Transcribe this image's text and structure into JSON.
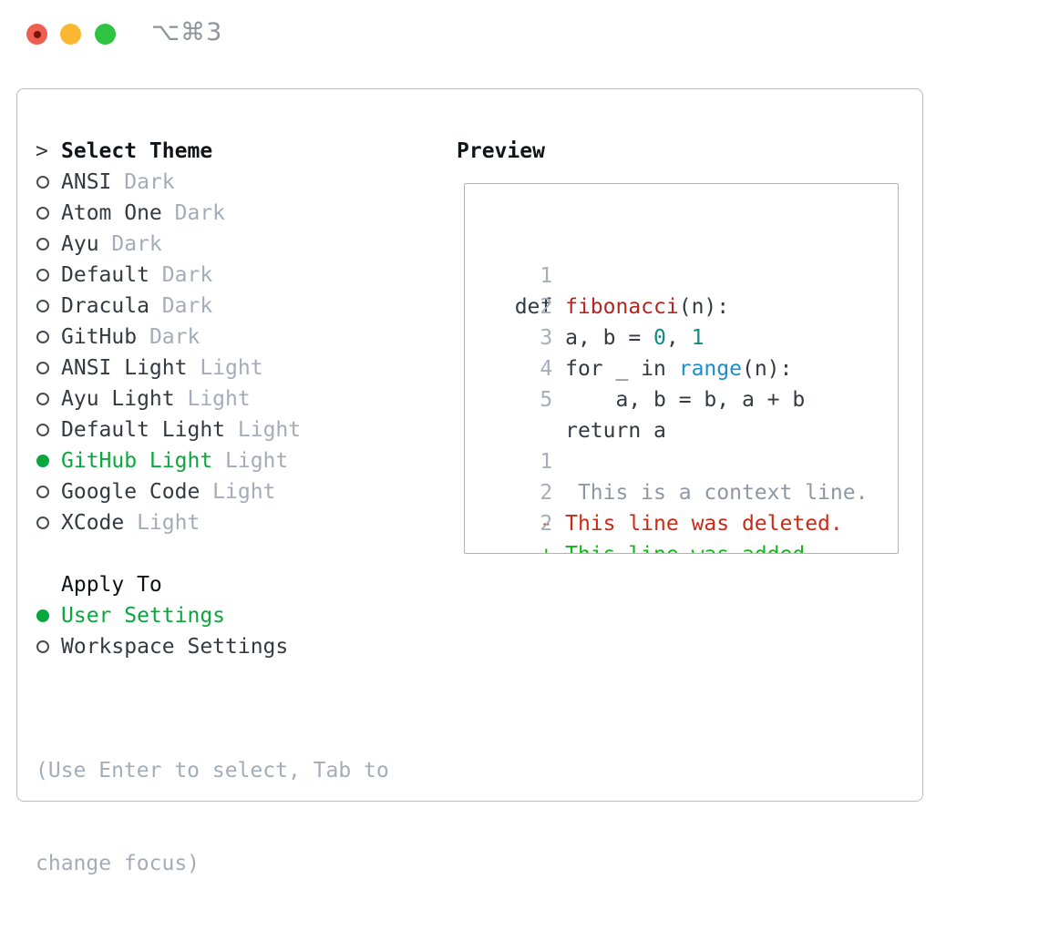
{
  "window": {
    "title": "⌥⌘3",
    "traffic_lights": [
      "close",
      "minimize",
      "zoom"
    ]
  },
  "colors": {
    "accent_green": "#09a73d",
    "muted_gray": "#a4acb9",
    "text_dark": "#343a42",
    "panel_border": "#b6bcc6",
    "syntax_function_red": "#b3271f",
    "syntax_number_teal": "#128a8a",
    "syntax_builtin_blue": "#1b8fca",
    "diff_deleted_red": "#cb2a15",
    "diff_added_green": "#15b31c"
  },
  "theme_panel": {
    "header": {
      "prompt": ">",
      "label": "Select Theme"
    },
    "themes": [
      {
        "name": "ANSI",
        "variant": "Dark",
        "selected": false
      },
      {
        "name": "Atom One",
        "variant": "Dark",
        "selected": false
      },
      {
        "name": "Ayu",
        "variant": "Dark",
        "selected": false
      },
      {
        "name": "Default",
        "variant": "Dark",
        "selected": false
      },
      {
        "name": "Dracula",
        "variant": "Dark",
        "selected": false
      },
      {
        "name": "GitHub",
        "variant": "Dark",
        "selected": false
      },
      {
        "name": "ANSI Light",
        "variant": "Light",
        "selected": false
      },
      {
        "name": "Ayu Light",
        "variant": "Light",
        "selected": false
      },
      {
        "name": "Default Light",
        "variant": "Light",
        "selected": false
      },
      {
        "name": "GitHub Light",
        "variant": "Light",
        "selected": true
      },
      {
        "name": "Google Code",
        "variant": "Light",
        "selected": false
      },
      {
        "name": "XCode",
        "variant": "Light",
        "selected": false
      }
    ],
    "apply_to": {
      "label": "Apply To",
      "options": [
        {
          "name": "User Settings",
          "selected": true
        },
        {
          "name": "Workspace Settings",
          "selected": false
        }
      ]
    },
    "help": [
      "(Use Enter to select, Tab to",
      "change focus)"
    ]
  },
  "preview": {
    "label": "Preview",
    "code_lines": [
      {
        "num": "1",
        "segments": [
          {
            "t": "def ",
            "c": "dark"
          },
          {
            "t": "fibonacci",
            "c": "func"
          },
          {
            "t": "(n):",
            "c": "dark"
          }
        ]
      },
      {
        "num": "2",
        "segments": [
          {
            "t": "    a, b = ",
            "c": "dark"
          },
          {
            "t": "0",
            "c": "num"
          },
          {
            "t": ", ",
            "c": "dark"
          },
          {
            "t": "1",
            "c": "num"
          }
        ]
      },
      {
        "num": "3",
        "segments": [
          {
            "t": "    for _ in ",
            "c": "dark"
          },
          {
            "t": "range",
            "c": "builtin"
          },
          {
            "t": "(n):",
            "c": "dark"
          }
        ]
      },
      {
        "num": "4",
        "segments": [
          {
            "t": "        a, b = b, a + b",
            "c": "dark"
          }
        ]
      },
      {
        "num": "5",
        "segments": [
          {
            "t": "    return a",
            "c": "dark"
          }
        ]
      },
      {
        "num": "",
        "segments": []
      },
      {
        "num": "1",
        "segments": [
          {
            "t": "     This is a context line.",
            "c": "context"
          }
        ]
      },
      {
        "num": "2",
        "segments": [
          {
            "t": "  - This line was deleted.",
            "c": "deleted"
          }
        ]
      },
      {
        "num": "2",
        "segments": [
          {
            "t": "  + This line was added.",
            "c": "added"
          }
        ]
      }
    ]
  }
}
